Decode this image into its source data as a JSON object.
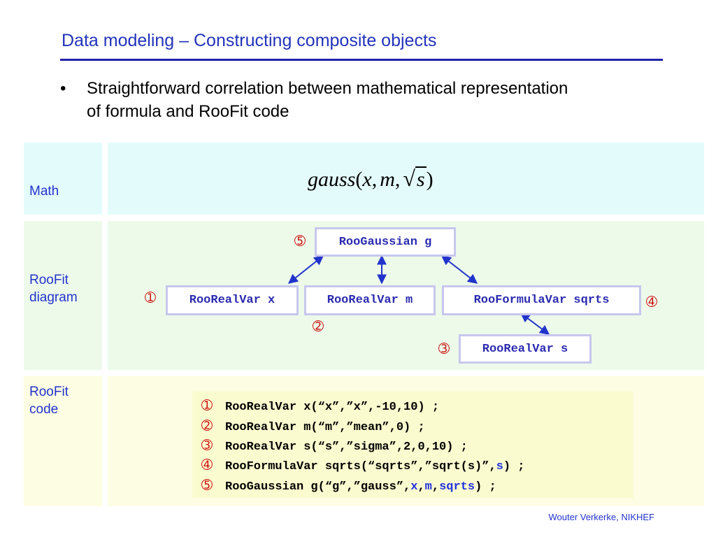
{
  "slide": {
    "title": "Data modeling – Constructing composite objects",
    "bullet": "Straightforward correlation between mathematical representation of formula and RooFit code",
    "footer": "Wouter Verkerke, NIKHEF"
  },
  "rows": {
    "math_label": "Math",
    "diagram_label_1": "RooFit",
    "diagram_label_2": "diagram",
    "code_label_1": "RooFit",
    "code_label_2": "code"
  },
  "formula": {
    "func": "gauss",
    "open": "(",
    "a1": "x",
    "c1": ",",
    "a2": "m",
    "c2": ",",
    "radical": "√",
    "a3": "s",
    "close": ")"
  },
  "diagram": {
    "gauss": "RooGaussian g",
    "x": "RooRealVar x",
    "m": "RooRealVar m",
    "sqrts": "RooFormulaVar sqrts",
    "s": "RooRealVar s",
    "n1": "➀",
    "n2": "➁",
    "n3": "➂",
    "n4": "➃",
    "n5": "➄"
  },
  "code": {
    "l1": {
      "num": "➀",
      "text": "RooRealVar x(“x”,”x”,-10,10) ;"
    },
    "l2": {
      "num": "➁",
      "text": "RooRealVar m(“m”,”mean”,0) ;"
    },
    "l3": {
      "num": "➂",
      "text": "RooRealVar s(“s”,”sigma”,2,0,10) ;"
    },
    "l4": {
      "num": "➃",
      "pre": "RooFormulaVar sqrts(“sqrts”,”sqrt(s)”,",
      "arg": "s",
      "post": ") ;"
    },
    "l5": {
      "num": "➄",
      "pre": "RooGaussian g(“g”,”gauss”,",
      "a1": "x",
      "sep1": ",",
      "a2": "m",
      "sep2": ",",
      "a3": "sqrts",
      "post": ") ;"
    }
  }
}
